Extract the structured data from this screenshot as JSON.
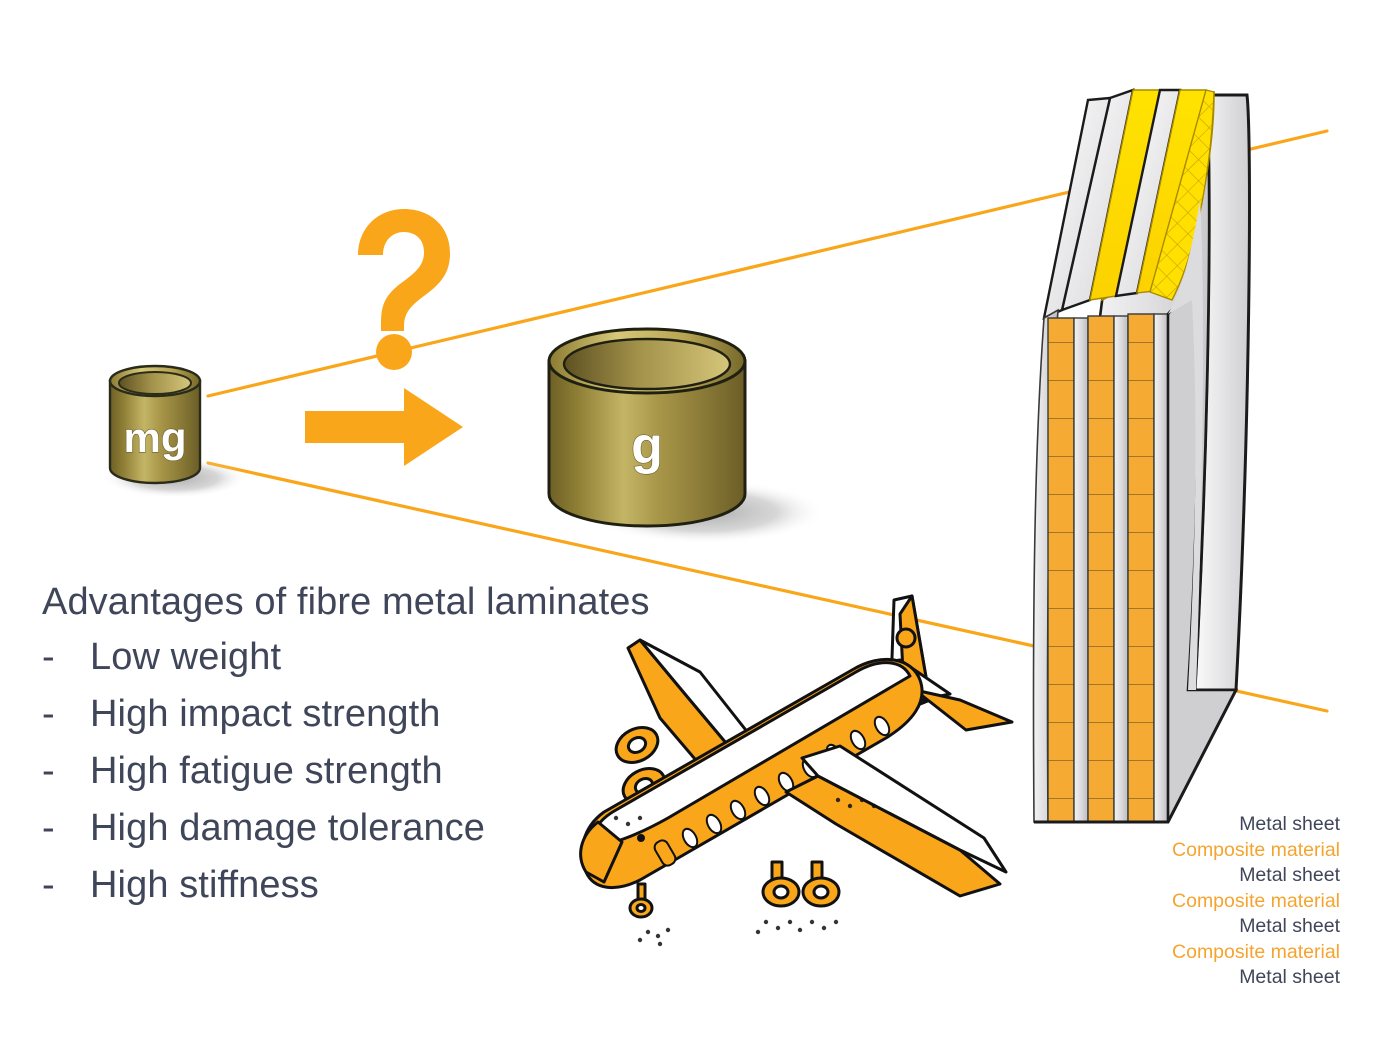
{
  "slide": {
    "title_visible": false,
    "background_color": "#ffffff",
    "accent_color": "#FAA61A",
    "text_color": "#40465A",
    "composite_color": "#F5A430",
    "metal_color": "#D9D9D9"
  },
  "advantages": {
    "heading": "Advantages of fibre metal laminates",
    "bullet_marker": "-",
    "items": [
      {
        "label": "Low weight"
      },
      {
        "label": "High impact strength"
      },
      {
        "label": "High fatigue strength"
      },
      {
        "label": "High damage tolerance"
      },
      {
        "label": "High stiffness"
      }
    ]
  },
  "scale_comparison": {
    "small_cylinder_label": "mg",
    "large_cylinder_label": "g",
    "question_mark": "?",
    "arrow": "right-arrow"
  },
  "laminate_legend": {
    "rows": [
      {
        "label": "Metal sheet",
        "kind": "metal"
      },
      {
        "label": "Composite material",
        "kind": "composite"
      },
      {
        "label": "Metal sheet",
        "kind": "metal"
      },
      {
        "label": "Composite material",
        "kind": "composite"
      },
      {
        "label": "Metal sheet",
        "kind": "metal"
      },
      {
        "label": "Composite material",
        "kind": "composite"
      },
      {
        "label": "Metal sheet",
        "kind": "metal"
      }
    ]
  },
  "illustrations": {
    "aircraft": "commercial-airliner",
    "laminate_panel": "fibre-metal-laminate-panel",
    "callout": "magnification-callout-lines"
  }
}
